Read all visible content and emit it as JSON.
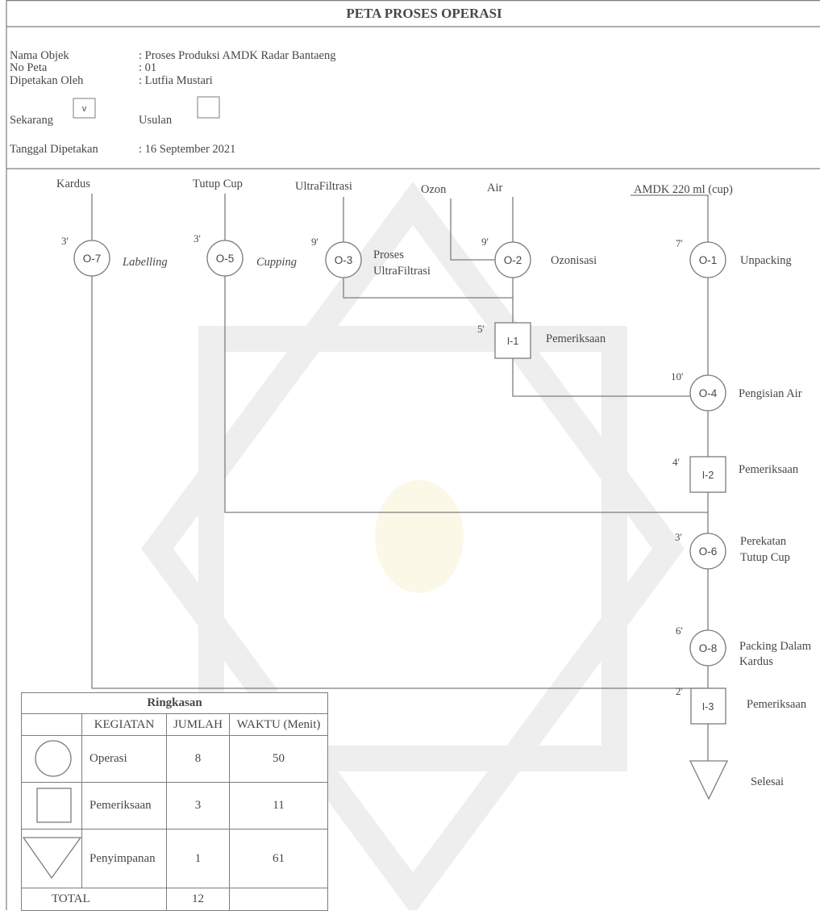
{
  "header": {
    "title": "PETA PROSES OPERASI"
  },
  "info": {
    "nama_objek": {
      "label": "Nama Objek",
      "value": ": Proses Produksi AMDK Radar Bantaeng"
    },
    "no_peta": {
      "label": "No Peta",
      "value": ": 01"
    },
    "dipetakan_oleh": {
      "label": "Dipetakan Oleh",
      "value": ": Lutfia Mustari"
    },
    "sekarang": {
      "label": "Sekarang",
      "mark": "v"
    },
    "usulan": {
      "label": "Usulan"
    },
    "tanggal_dipetakan": {
      "label": "Tanggal Dipetakan",
      "value": ": 16 September 2021"
    }
  },
  "diagram": {
    "inputs": [
      "Kardus",
      "Tutup Cup",
      "UltraFiltrasi",
      "Ozon",
      "Air",
      "AMDK 220 ml (cup)"
    ],
    "nodes": [
      {
        "code": "O-7",
        "time": "3'",
        "label": [
          "Labelling"
        ]
      },
      {
        "code": "O-5",
        "time": "3'",
        "label": [
          "Cupping"
        ]
      },
      {
        "code": "O-3",
        "time": "9'",
        "label": [
          "Proses",
          "UltraFiltrasi"
        ]
      },
      {
        "code": "O-2",
        "time": "9'",
        "label": [
          "Ozonisasi"
        ]
      },
      {
        "code": "O-1",
        "time": "7'",
        "label": [
          "Unpacking"
        ]
      },
      {
        "code": "I-1",
        "time": "5'",
        "label": [
          "Pemeriksaan"
        ]
      },
      {
        "code": "O-4",
        "time": "10'",
        "label": [
          "Pengisian Air"
        ]
      },
      {
        "code": "I-2",
        "time": "4'",
        "label": [
          "Pemeriksaan"
        ]
      },
      {
        "code": "O-6",
        "time": "3'",
        "label": [
          "Perekatan",
          "Tutup Cup"
        ]
      },
      {
        "code": "O-8",
        "time": "6'",
        "label": [
          "Packing Dalam",
          "Kardus"
        ]
      },
      {
        "code": "I-3",
        "time": "2'",
        "label": [
          "Pemeriksaan"
        ]
      }
    ],
    "end_label": "Selesai"
  },
  "summary": {
    "title": "Ringkasan",
    "headers": [
      "KEGIATAN",
      "JUMLAH",
      "WAKTU (Menit)"
    ],
    "rows": [
      {
        "icon": "circle-icon",
        "kegiatan": "Operasi",
        "jumlah": "8",
        "waktu": "50"
      },
      {
        "icon": "square-icon",
        "kegiatan": "Pemeriksaan",
        "jumlah": "3",
        "waktu": "11"
      },
      {
        "icon": "triangle-icon",
        "kegiatan": "Penyimpanan",
        "jumlah": "1",
        "waktu": "61"
      }
    ],
    "total": {
      "label": "TOTAL",
      "jumlah": "12"
    }
  },
  "colors": {
    "line": "#7d7d7d",
    "text": "#474747",
    "watermark": "#eeeeee",
    "watermark_emblem": "#fbf8e8"
  }
}
